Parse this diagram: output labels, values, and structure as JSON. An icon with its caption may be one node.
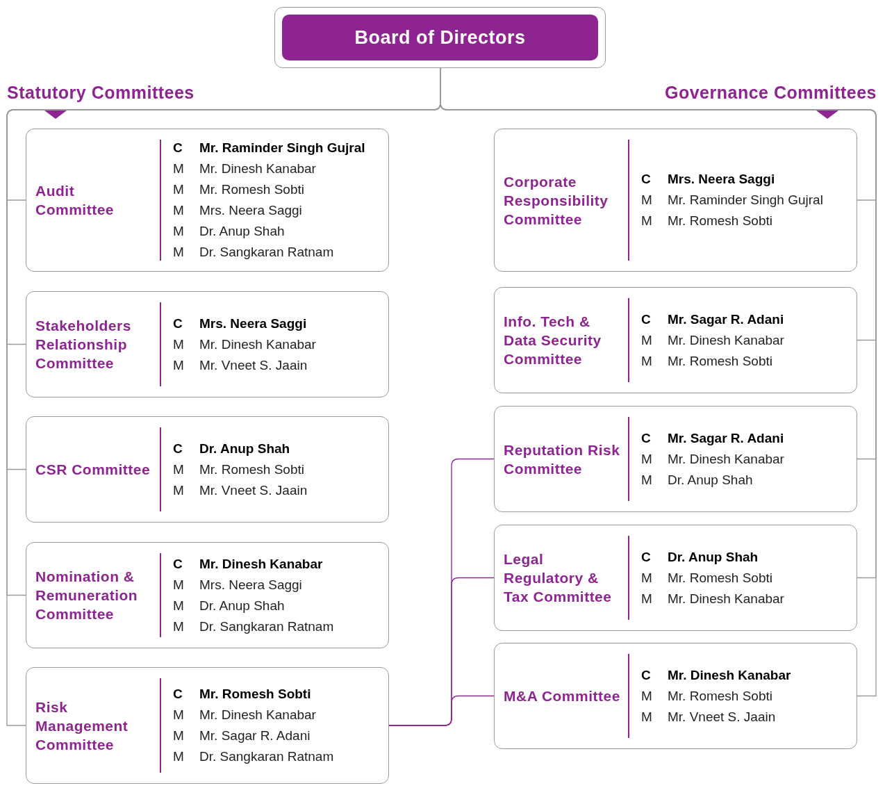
{
  "diagram": {
    "nodes": [
      {
        "text": [
          "Board of Directors"
        ]
      },
      {
        "text": [
          "Audit Committee",
          "C",
          "Mr. Raminder Singh Gujral",
          "M",
          "Mr. Dinesh Kanabar",
          "M",
          "Mr. Romesh Sobti",
          "M",
          "Mrs. Neera Saggi",
          "M",
          "Dr. Anup Shah",
          "M",
          "Dr. Sangkaran Ratnam"
        ]
      },
      {
        "text": [
          "Stakeholders Relationship Committee",
          "C",
          "Mrs. Neera Saggi",
          "M",
          "Mr. Dinesh Kanabar",
          "M",
          "Mr. Vneet S. Jaain"
        ]
      },
      {
        "text": [
          "CSR Committee",
          "C",
          "Dr. Anup Shah",
          "M",
          "Mr. Romesh Sobti",
          "M",
          "Mr. Vneet S. Jaain"
        ]
      },
      {
        "text": [
          "Nomination & Remuneration Committee",
          "C",
          "Mr. Dinesh Kanabar",
          "M",
          "Mrs. Neera Saggi",
          "M",
          "Dr. Anup Shah",
          "M",
          "Dr. Sangkaran Ratnam"
        ]
      },
      {
        "text": [
          "Risk Management Committee",
          "C",
          "Mr. Romesh Sobti",
          "M",
          "Mr. Dinesh Kanabar",
          "M",
          "Mr. Sagar R. Adani",
          "M",
          "Dr. Sangkaran Ratnam"
        ]
      },
      {
        "text": [
          "Corporate Responsibility Committee",
          "C",
          "Mrs. Neera Saggi",
          "M",
          "Mr. Raminder Singh Gujral",
          "M",
          "Mr. Romesh Sobti"
        ]
      },
      {
        "text": [
          "Info. Tech & Data Security Committee",
          "C",
          "Mr. Sagar R. Adani",
          "M",
          "Mr. Dinesh Kanabar",
          "M",
          "Mr. Romesh Sobti"
        ]
      },
      {
        "text": [
          "Reputation Risk Committee",
          "C",
          "Mr. Sagar R. Adani",
          "M",
          "Mr. Dinesh Kanabar",
          "M",
          "Dr. Anup Shah"
        ]
      },
      {
        "text": [
          "Legal Regulatory & Tax Committee",
          "C",
          "Dr. Anup Shah",
          "M",
          "Mr. Romesh Sobti",
          "M",
          "Mr. Dinesh Kanabar"
        ]
      },
      {
        "text": [
          "M&A Committee",
          "C",
          "Mr. Dinesh Kanabar",
          "M",
          "Mr. Romesh Sobti",
          "M",
          "Mr. Vneet S. Jaain"
        ]
      }
    ],
    "edges": [
      {
        "from": 0,
        "to": 1,
        "arrow": "none"
      },
      {
        "from": 0,
        "to": 2,
        "arrow": "none"
      },
      {
        "from": 0,
        "to": 3,
        "arrow": "none"
      },
      {
        "from": 0,
        "to": 4,
        "arrow": "none"
      },
      {
        "from": 0,
        "to": 5,
        "arrow": "none"
      },
      {
        "from": 0,
        "to": 6,
        "arrow": "none"
      },
      {
        "from": 0,
        "to": 7,
        "arrow": "none"
      },
      {
        "from": 0,
        "to": 8,
        "arrow": "none"
      },
      {
        "from": 0,
        "to": 9,
        "arrow": "none"
      },
      {
        "from": 0,
        "to": 10,
        "arrow": "none"
      },
      {
        "from": 5,
        "to": 8,
        "arrow": "none",
        "color": "#8e2491"
      },
      {
        "from": 5,
        "to": 9,
        "arrow": "none",
        "color": "#8e2491"
      },
      {
        "from": 5,
        "to": 10,
        "arrow": "none",
        "color": "#8e2491"
      }
    ],
    "labels": [
      "Statutory Committees",
      "Governance Committees"
    ]
  }
}
